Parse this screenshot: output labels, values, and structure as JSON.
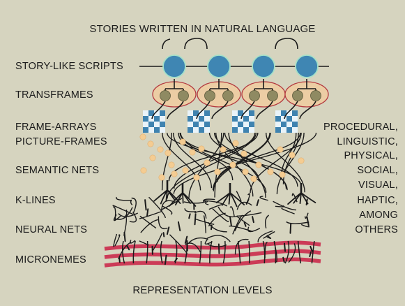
{
  "title": "STORIES WRITTEN IN NATURAL LANGUAGE",
  "footer": "REPRESENTATION LEVELS",
  "levels": [
    "STORY-LIKE SCRIPTS",
    "TRANSFRAMES",
    "FRAME-ARRAYS",
    "PICTURE-FRAMES",
    "SEMANTIC NETS",
    "K-LINES",
    "NEURAL NETS",
    "MICRONEMES"
  ],
  "realms": [
    "PROCEDURAL,",
    "LINGUISTIC,",
    "PHYSICAL,",
    "SOCIAL,",
    "VISUAL,",
    "HAPTIC,",
    "AMONG",
    "OTHERS"
  ],
  "colors": {
    "background": "#d6d4bf",
    "script_node": "#3f86b3",
    "script_node_ring": "#a6e0c8",
    "transframe_oval": "#eccda4",
    "transframe_oval_edge": "#b3393f",
    "transframe_node": "#8f8a62",
    "frame_array_light": "#e9f3f9",
    "frame_array_dark": "#3f83b0",
    "semantic_node": "#f4cc92",
    "micronemes_band": "#cc3b57",
    "line": "#1b1b1b"
  }
}
